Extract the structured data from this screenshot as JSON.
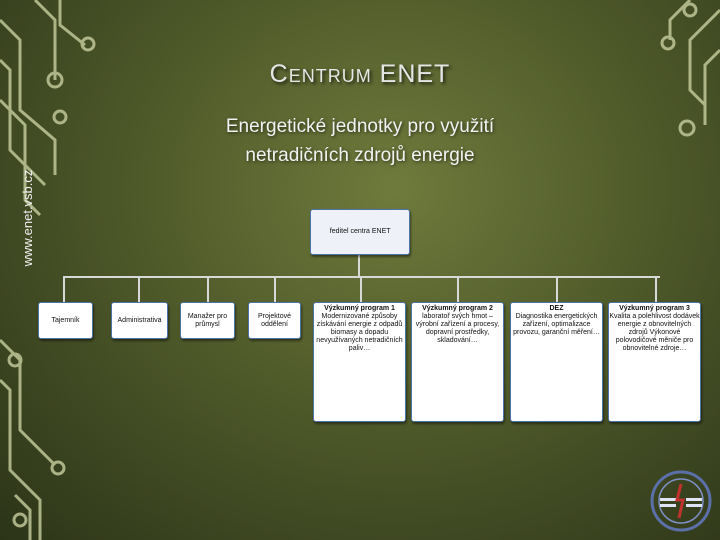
{
  "slide": {
    "title_first": "C",
    "title_rest_small": "ENTRUM",
    "title_second": "ENET",
    "subtitle_line1": "Energetické jednotky pro využití",
    "subtitle_line2": "netradičních zdrojů energie",
    "side_url": "www.enet.vsb.cz"
  },
  "org_chart": {
    "top": "ředitel centra ENET",
    "small_units": [
      "Tajemník",
      "Administrativa",
      "Manažer pro průmysl",
      "Projektové oddělení"
    ],
    "programs": [
      {
        "title": "Výzkumný program 1",
        "text": "Modernizované způsoby získávání energie z odpadů biomasy a dopadu nevyužívaných netradičních paliv…"
      },
      {
        "title": "Výzkumný program 2",
        "text": "laboratoř svých hmot – výrobní zařízení a procesy, dopravní prostředky, skladování…"
      },
      {
        "title": "DEZ",
        "text": "Diagnostika energetických zařízení, optimalizace provozu, garanční měření…"
      },
      {
        "title": "Výzkumný program 3",
        "text": "Kvalita a poleh­livost dodávek energie z obnovitelných zdrojů Výkonové polovodičové měniče pro obnovitelné zdroje…"
      }
    ]
  },
  "colors": {
    "background": "#4f5a2a",
    "circuit": "#c8cfa0",
    "box_border": "#4d74a8"
  }
}
